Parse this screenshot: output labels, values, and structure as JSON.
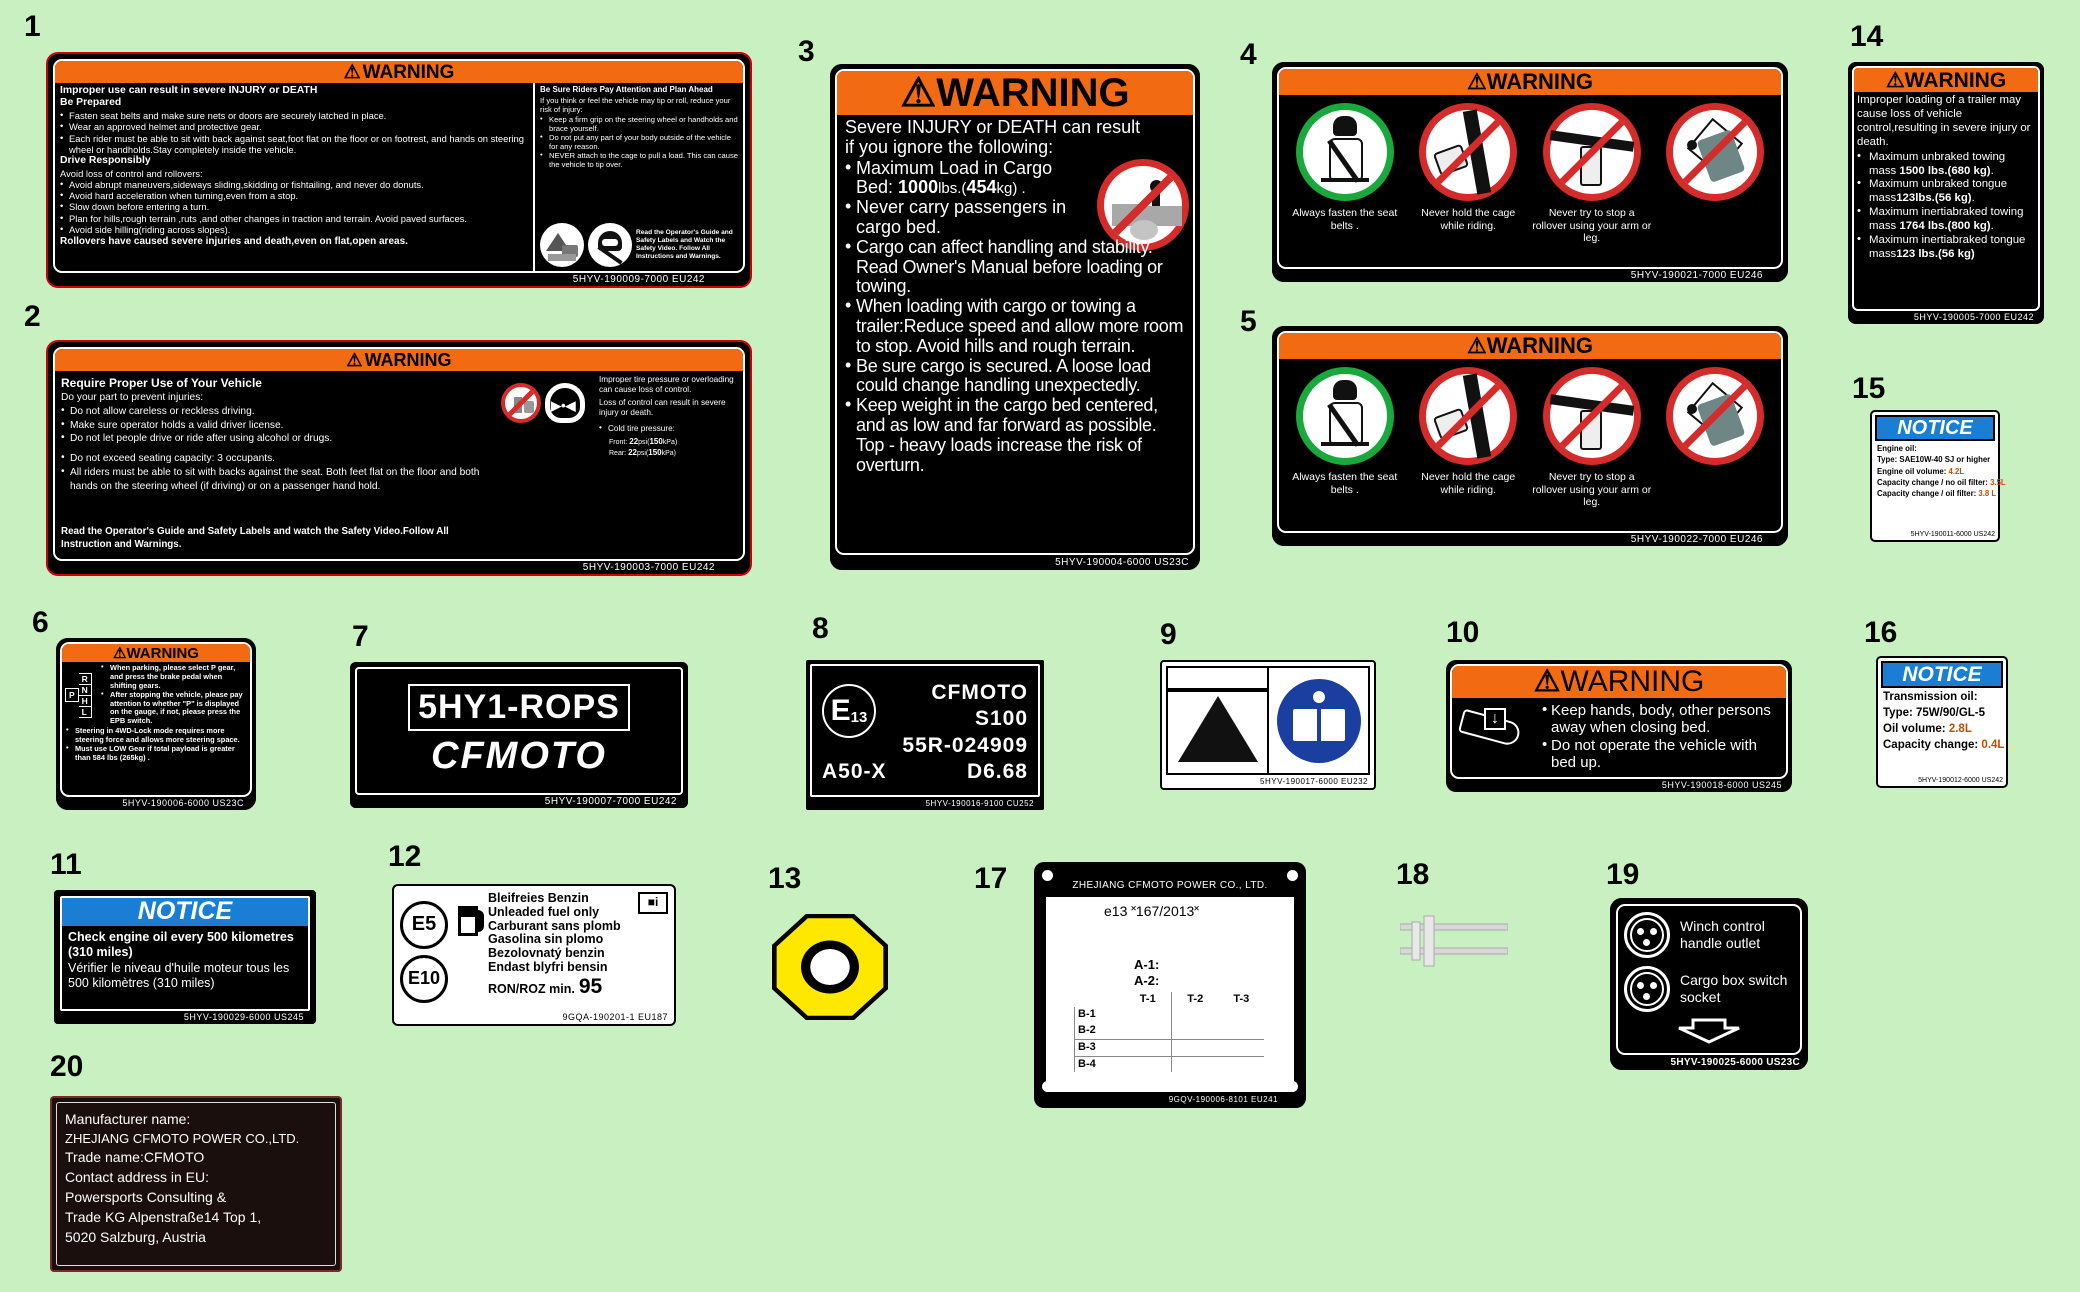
{
  "page": {
    "background": "#c8f0c0",
    "warning_orange": "#f26a12",
    "notice_blue": "#1a7fd4",
    "prohibit_red": "#d42b2b",
    "permit_green": "#19a83c"
  },
  "numbers": [
    "1",
    "2",
    "3",
    "4",
    "5",
    "6",
    "7",
    "8",
    "9",
    "10",
    "11",
    "12",
    "13",
    "14",
    "15",
    "16",
    "17",
    "18",
    "19",
    "20"
  ],
  "label1": {
    "number": "1",
    "header": "WARNING",
    "left": {
      "title": "Improper use can result in severe INJURY or DEATH",
      "h1": "Be Prepared",
      "b1": [
        "Fasten seat belts and make sure nets or doors are securely latched in place.",
        "Wear an approved helmet and protective gear.",
        "Each rider must be able to sit with back against seat,foot flat on the floor or on footrest, and hands on steering wheel or handholds.Stay completely inside the vehicle."
      ],
      "h2": "Drive Responsibly",
      "sub2": "Avoid loss of control and rollovers:",
      "b2": [
        "Avoid abrupt maneuvers,sideways sliding,skidding or fishtailing, and never do donuts.",
        "Avoid hard acceleration when turning,even from a stop.",
        "Slow down before entering a turn.",
        "Plan for hills,rough terrain ,ruts ,and other changes in traction and terrain. Avoid paved surfaces.",
        "Avoid side hilling(riding across slopes)."
      ],
      "footer": "Rollovers have caused severe injuries and death,even on flat,open areas."
    },
    "right": {
      "title": "Be Sure Riders Pay Attention and Plan Ahead",
      "intro": "If you think or feel the vehicle may tip or roll, reduce your risk of injury:",
      "bullets": [
        "Keep a firm grip on the steering wheel or handholds and brace yourself.",
        "Do not put any part of your body outside of the vehicle for any reason.",
        "NEVER  attach to the cage to pull a load. This can cause the vehicle to tip over."
      ],
      "read": "Read the Operator's Guide and Safety Labels and Watch the Safety Video. Follow All Instructions and Warnings."
    },
    "partnum": "5HYV-190009-7000   EU242"
  },
  "label2": {
    "number": "2",
    "header": "WARNING",
    "left": {
      "title": "Require Proper Use of Your Vehicle",
      "sub": "Do your part to prevent injuries:",
      "b1": [
        "Do not allow careless or reckless driving.",
        "Make sure operator holds a valid driver license.",
        "Do not let people drive or ride after using alcohol or drugs."
      ],
      "b2": [
        "Do not exceed seating capacity: 3 occupants.",
        "All riders must be able to sit with backs against the seat. Both feet flat on the floor and both hands on the steering wheel (if driving) or on a passenger hand hold."
      ],
      "footer": "Read the Operator's Guide and Safety Labels and watch the Safety Video.Follow All Instruction and Warnings."
    },
    "right": {
      "l1": "Improper tire pressure or overloading can cause loss of control.",
      "l2": "Loss of control can result in severe injury or death.",
      "bullet": "Cold tire pressure:",
      "front_label": "Front:",
      "front_val": "22",
      "front_unit": "psi(",
      "front_kpa": "150",
      "front_kpa_unit": "kPa)",
      "rear_label": "Rear:",
      "rear_val": "22",
      "rear_unit": "psi(",
      "rear_kpa": "150",
      "rear_kpa_unit": "kPa)"
    },
    "partnum": "5HYV-190003-7000   EU242"
  },
  "label3": {
    "number": "3",
    "header": "WARNING",
    "line1": "Severe INJURY or DEATH can result",
    "line2": "if you ignore the following:",
    "bullets": [
      "Maximum Load in Cargo Bed: 1000lbs.(454kg) .",
      "Never carry passengers in cargo bed.",
      "Cargo can affect handling and stability. Read Owner's Manual before loading or towing.",
      "When loading with cargo or towing a trailer:Reduce speed and allow more room to stop. Avoid hills and rough terrain.",
      "Be sure cargo is secured.  A loose load could change handling unexpectedly.",
      "Keep weight in the cargo bed centered, and as low and far forward as possible. Top - heavy loads increase the risk of overturn."
    ],
    "max_load_prefix": "Maximum Load in Cargo Bed:",
    "max_load_lbs": "1000",
    "max_load_lbs_unit": "lbs.(",
    "max_load_kg": "454",
    "max_load_kg_unit": "kg) .",
    "partnum": "5HYV-190004-6000   US23C"
  },
  "label4": {
    "number": "4",
    "header": "WARNING",
    "captions": [
      "Always fasten the seat belts .",
      "Never hold the cage while riding.",
      "Never try to stop a rollover using your arm or leg."
    ],
    "icons": [
      "seatbelt-ok-icon",
      "no-hold-cage-icon",
      "no-hand-out-icon",
      "no-stop-rollover-icon"
    ],
    "partnum": "5HYV-190021-7000   EU246"
  },
  "label5": {
    "number": "5",
    "header": "WARNING",
    "captions": [
      "Always fasten the seat belts .",
      "Never hold the cage while riding.",
      "Never try to stop a rollover using your arm or leg."
    ],
    "icons": [
      "seatbelt-ok-icon",
      "no-hold-cage-icon",
      "no-hand-out-icon",
      "no-stop-rollover-icon"
    ],
    "partnum": "5HYV-190022-7000   EU246"
  },
  "label6": {
    "number": "6",
    "header": "WARNING",
    "gears": [
      "R",
      "N",
      "H",
      "L"
    ],
    "p_gear": "P",
    "bullets_right": [
      "When parking, please select P gear, and press the brake pedal when shifting gears.",
      "After stopping the vehicle, please pay attention to whether \"P\" is displayed on the gauge, if not, please press the EPB switch."
    ],
    "bullets_bottom": [
      "Steering in 4WD-Lock mode requires more steering force and allows more steering space.",
      "Must use LOW Gear if total payload is greater than 584 lbs (265kg) ."
    ],
    "partnum": "5HYV-190006-6000   US23C"
  },
  "label7": {
    "number": "7",
    "line1": "5HY1-ROPS",
    "line2": "CFMOTO",
    "partnum": "5HYV-190007-7000   EU242"
  },
  "label8": {
    "number": "8",
    "e_mark": "E",
    "e_sub": "13",
    "line1": "CFMOTO",
    "line2": "S100",
    "line3": "55R-024909",
    "line4a": "A50-X",
    "line4b": "D6.68",
    "partnum": "5HYV-190016-9100   CU252"
  },
  "label9": {
    "number": "9",
    "icons": [
      "tip-hazard-icon",
      "read-manual-icon"
    ],
    "partnum": "5HYV-190017-6000  EU232"
  },
  "label10": {
    "number": "10",
    "header": "WARNING",
    "bullets": [
      "Keep hands, body, other persons away when closing bed.",
      "Do not operate the vehicle with bed up."
    ],
    "partnum": "5HYV-190018-6000   US245"
  },
  "label11": {
    "number": "11",
    "header": "NOTICE",
    "line1": "Check engine oil every 500 kilometres (310 miles)",
    "line2": "Vérifier le niveau d'huile moteur tous les 500 kilomètres (310 miles)",
    "partnum": "5HYV-190029-6000  US245"
  },
  "label12": {
    "number": "12",
    "e5": "E5",
    "e10": "E10",
    "lines": [
      "Bleifreies Benzin",
      "Unleaded fuel only",
      "Carburant sans plomb",
      "Gasolina sin plomo",
      "Bezolovnatý benzin",
      "Endast blyfri bensin"
    ],
    "ron_prefix": "RON/ROZ min.",
    "ron_value": "95",
    "partnum": "9GQA-190201-1   EU187"
  },
  "label13": {
    "number": "13",
    "icon": "octagon-ring-icon"
  },
  "label14": {
    "number": "14",
    "header": "WARNING",
    "intro": "Improper loading of a trailer may cause loss of vehicle control,resulting in severe injury or death.",
    "items": [
      {
        "text": "Maximum unbraked towing mass ",
        "b1": "1500 lbs.",
        "b2": "(680 kg)",
        "tail": "."
      },
      {
        "text": "Maximum unbraked tongue mass",
        "b1": "123lbs.",
        "b2": "(56 kg)",
        "tail": "."
      },
      {
        "text": "Maximum inertiabraked towing mass ",
        "b1": "1764 lbs.",
        "b2": "(800 kg)",
        "tail": "."
      },
      {
        "text": "Maximum inertiabraked tongue mass",
        "b1": "123 lbs.",
        "b2": "(56 kg)",
        "tail": ""
      }
    ],
    "partnum": "5HYV-190005-7000 EU242"
  },
  "label15": {
    "number": "15",
    "header": "NOTICE",
    "rows": [
      {
        "k": "Engine oil:",
        "v": ""
      },
      {
        "k": "Type: SAE10W-40 SJ or higher",
        "v": ""
      },
      {
        "k": "Engine oil volume:  ",
        "v": "4.2L"
      },
      {
        "k": "Capacity change / no oil filter: ",
        "v": "3.5L"
      },
      {
        "k": "Capacity change / oil filter: ",
        "v": "3.8 L"
      }
    ],
    "partnum": "5HYV-190011-6000   US242"
  },
  "label16": {
    "number": "16",
    "header": "NOTICE",
    "rows": [
      {
        "k": "Transmission oil:",
        "v": ""
      },
      {
        "k": "Type: 75W/90/GL-5",
        "v": ""
      },
      {
        "k": "Oil volume: ",
        "v": "2.8L"
      },
      {
        "k": "Capacity change: ",
        "v": "0.4L"
      }
    ],
    "partnum": "5HYV-190012-6000   US242"
  },
  "label17": {
    "number": "17",
    "company": "ZHEJIANG CFMOTO POWER CO., LTD.",
    "approval": "e13 ˟167/2013˟",
    "a1": "A-1:",
    "a2": "A-2:",
    "cols": [
      "T-1",
      "T-2",
      "T-3"
    ],
    "rows": [
      "B-1",
      "B-2",
      "B-3",
      "B-4"
    ],
    "partnum": "9GQV-190006-8101   EU241"
  },
  "label18": {
    "number": "18",
    "icon": "hose-clamp-icon"
  },
  "label19": {
    "number": "19",
    "row1": "Winch control handle outlet",
    "row2": "Cargo box switch socket",
    "partnum": "5HYV-190025-6000   US23C"
  },
  "label20": {
    "number": "20",
    "lines": [
      "Manufacturer name:",
      "ZHEJIANG CFMOTO POWER CO.,LTD.",
      "Trade name:CFMOTO",
      "Contact address in EU:",
      "Powersports Consulting &",
      "Trade KG Alpenstraße14 Top 1,",
      "5020 Salzburg, Austria"
    ]
  }
}
